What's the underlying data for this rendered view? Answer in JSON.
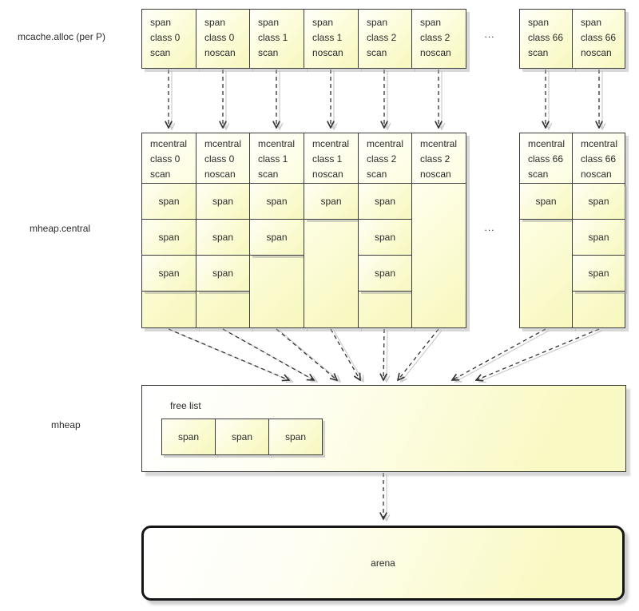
{
  "labels": {
    "mcache_alloc": "mcache.alloc (per P)",
    "mheap_central": "mheap.central",
    "mheap": "mheap",
    "free_list": "free list",
    "arena": "arena",
    "ellipsis_top": "...",
    "ellipsis_central": "..."
  },
  "mcache": {
    "boxes": [
      {
        "l1": "span",
        "l2": "class 0",
        "l3": "scan"
      },
      {
        "l1": "span",
        "l2": "class 0",
        "l3": "noscan"
      },
      {
        "l1": "span",
        "l2": "class 1",
        "l3": "scan"
      },
      {
        "l1": "span",
        "l2": "class 1",
        "l3": "noscan"
      },
      {
        "l1": "span",
        "l2": "class 2",
        "l3": "scan"
      },
      {
        "l1": "span",
        "l2": "class 2",
        "l3": "noscan"
      },
      {
        "l1": "span",
        "l2": "class 66",
        "l3": "scan"
      },
      {
        "l1": "span",
        "l2": "class 66",
        "l3": "noscan"
      }
    ]
  },
  "mcentral": {
    "span_label": "span",
    "columns": [
      {
        "l1": "mcentral",
        "l2": "class 0",
        "l3": "scan",
        "span_count": 3
      },
      {
        "l1": "mcentral",
        "l2": "class 0",
        "l3": "noscan",
        "span_count": 3
      },
      {
        "l1": "mcentral",
        "l2": "class 1",
        "l3": "scan",
        "span_count": 2
      },
      {
        "l1": "mcentral",
        "l2": "class 1",
        "l3": "noscan",
        "span_count": 1
      },
      {
        "l1": "mcentral",
        "l2": "class 2",
        "l3": "scan",
        "span_count": 3
      },
      {
        "l1": "mcentral",
        "l2": "class 2",
        "l3": "noscan",
        "span_count": 0
      },
      {
        "l1": "mcentral",
        "l2": "class 66",
        "l3": "scan",
        "span_count": 1
      },
      {
        "l1": "mcentral",
        "l2": "class 66",
        "l3": "noscan",
        "span_count": 3
      }
    ]
  },
  "mheap_box": {
    "free_list_label": "free list",
    "spans": [
      "span",
      "span",
      "span"
    ]
  },
  "colors": {
    "box_fill_light": "#ffffff",
    "box_fill_yellow": "#f8f8c0",
    "border": "#3c3c3c",
    "arena_border": "#161616",
    "edge": "#333333",
    "edge_shadow": "#cccccc",
    "text": "#2b2b2b",
    "background": "#ffffff"
  }
}
